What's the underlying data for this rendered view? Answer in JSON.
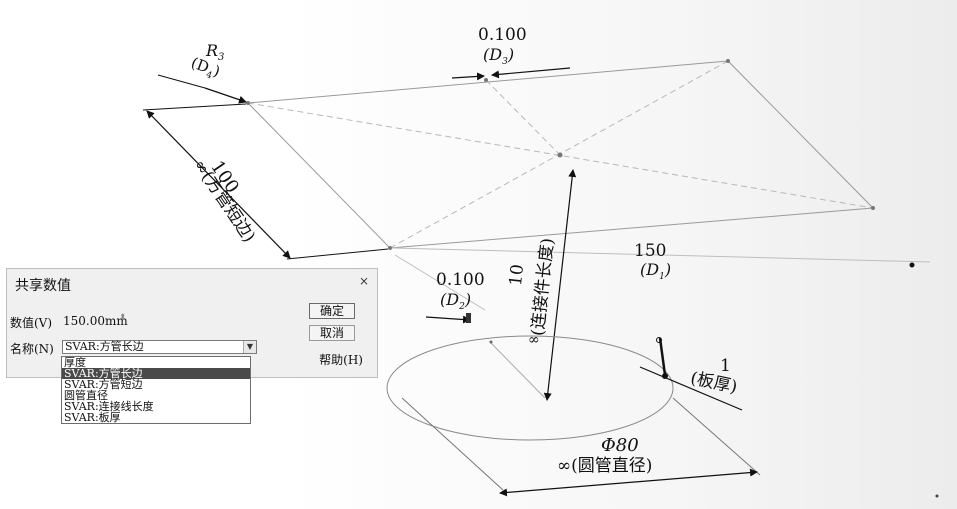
{
  "dialog": {
    "title": "共享数值",
    "close": "×",
    "value_label": "数值(V)",
    "value": "150.00mm",
    "name_label": "名称(N)",
    "name_selected": "SVAR:方管长边",
    "ok": "确定",
    "cancel": "取消",
    "help": "帮助(H)"
  },
  "dropdown": {
    "options": [
      "厚度",
      "SVAR:方管长边",
      "SVAR:方管短边",
      "圆管直径",
      "SVAR:连接线长度",
      "SVAR:板厚"
    ],
    "selected_index": 1
  },
  "annotations": {
    "r_top": "R",
    "r_sub": "3",
    "d4_open": "(D",
    "d4_sub": "4",
    "d4_close": ")",
    "d3_value": "0.100",
    "d3_open": "(D",
    "d3_sub": "3",
    "d3_close": ")",
    "short_value": "100",
    "short_label": "∞(方管短边)",
    "long_value": "150",
    "d1_open": "(D",
    "d1_sub": "1",
    "d1_close": ")",
    "d2_value": "0.100",
    "d2_open": "(D",
    "d2_sub": "2",
    "d2_close": ")",
    "conn_value": "10",
    "conn_label": "(连接件长度)",
    "conn_inf": "∞",
    "plate_value": "1",
    "plate_label": "(板厚)",
    "dia_value": "Φ80",
    "dia_label": "∞(圆管直径)"
  }
}
